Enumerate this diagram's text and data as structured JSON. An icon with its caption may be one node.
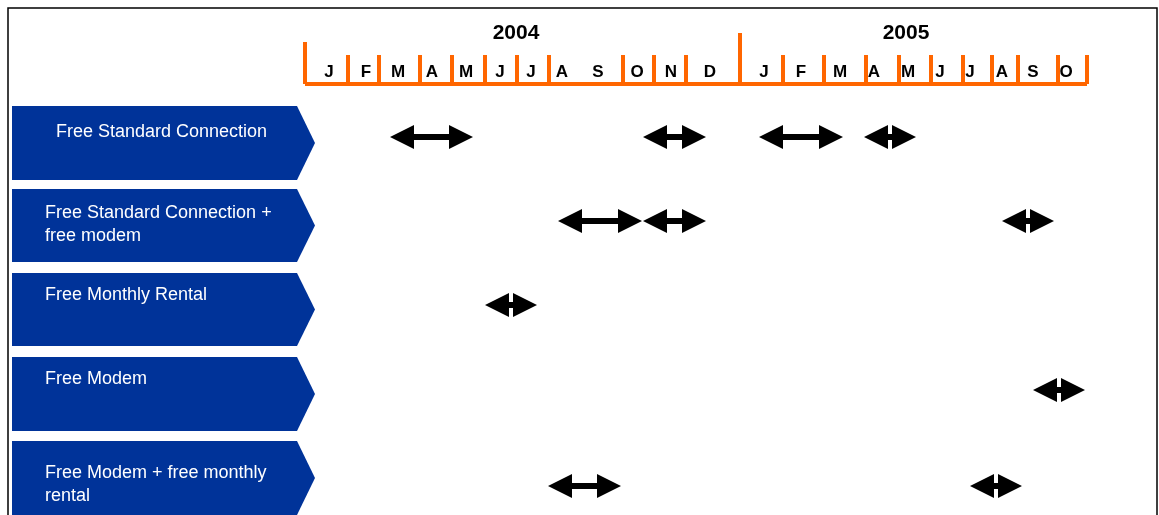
{
  "diagram": {
    "nodes": [
      {
        "text": [
          "Free Standard Connection"
        ]
      },
      {
        "text": [
          "Free Standard Connection + free modem"
        ]
      },
      {
        "text": [
          "Free Monthly Rental"
        ]
      },
      {
        "text": [
          "Free Modem"
        ]
      },
      {
        "text": [
          "Free Modem + free monthly rental"
        ]
      }
    ],
    "labels": [
      "2004",
      "2005",
      "J",
      "F",
      "M",
      "A",
      "M",
      "J",
      "J",
      "A",
      "S",
      "O",
      "N",
      "D",
      "J",
      "F",
      "M",
      "A",
      "M",
      "J",
      "J",
      "A",
      "S",
      "O"
    ]
  }
}
